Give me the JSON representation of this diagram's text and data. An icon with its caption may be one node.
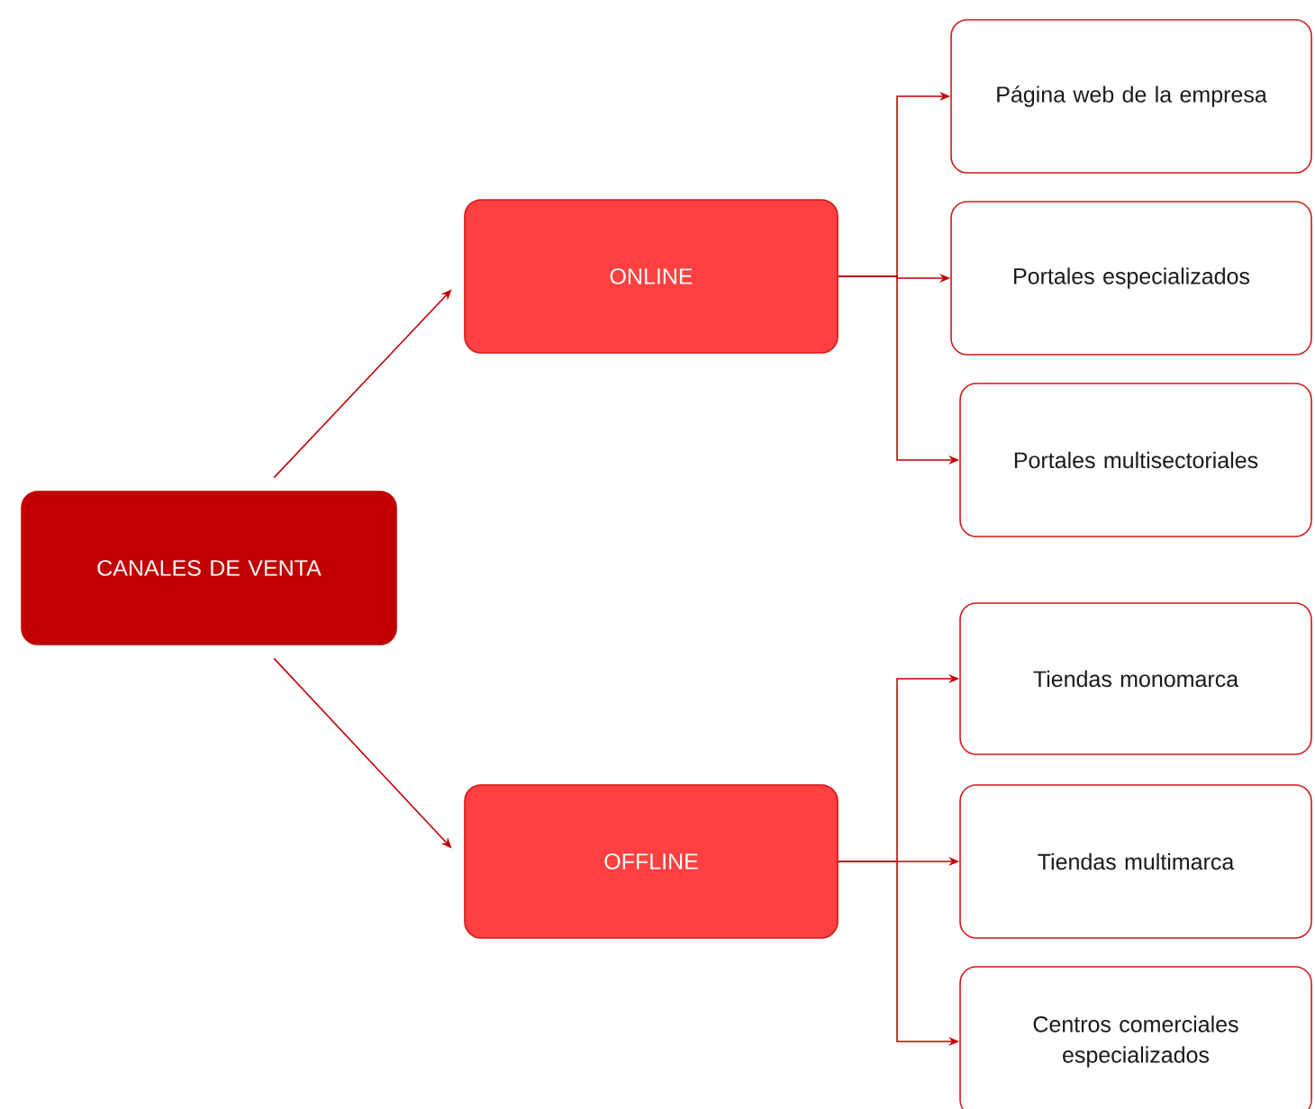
{
  "diagram": {
    "nodes": [
      {
        "text": [
          "CANALES DE VENTA"
        ]
      },
      {
        "text": [
          "ONLINE"
        ]
      },
      {
        "text": [
          "OFFLINE"
        ]
      },
      {
        "text": [
          "Página web de la empresa"
        ]
      },
      {
        "text": [
          "Portales especializados"
        ]
      },
      {
        "text": [
          "Portales multisectoriales"
        ]
      },
      {
        "text": [
          "Tiendas monomarca"
        ]
      },
      {
        "text": [
          "Tiendas multimarca"
        ]
      },
      {
        "text": [
          "Centros comerciales especializados"
        ]
      }
    ],
    "edges": [
      {
        "from": 0,
        "to": 1,
        "arrow": "to"
      },
      {
        "from": 0,
        "to": 2,
        "arrow": "to"
      },
      {
        "from": 1,
        "to": 3,
        "arrow": "to"
      },
      {
        "from": 1,
        "to": 4,
        "arrow": "to"
      },
      {
        "from": 1,
        "to": 5,
        "arrow": "to"
      },
      {
        "from": 2,
        "to": 6,
        "arrow": "to"
      },
      {
        "from": 2,
        "to": 7,
        "arrow": "to"
      },
      {
        "from": 2,
        "to": 8,
        "arrow": "to"
      }
    ]
  }
}
